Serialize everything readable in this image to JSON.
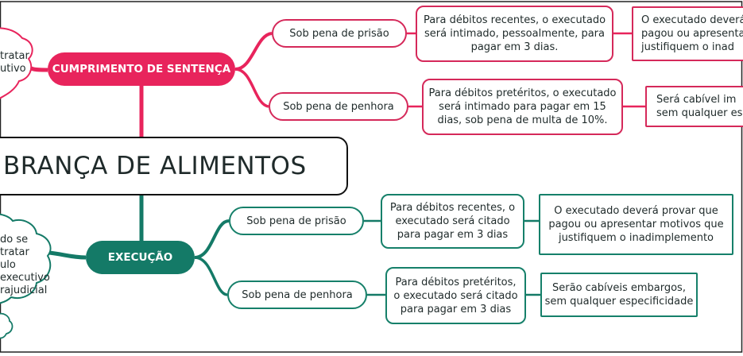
{
  "central": {
    "title": "BRANÇA DE ALIMENTOS"
  },
  "cumprimento": {
    "label": "CUMPRIMENTO DE SENTENÇA",
    "cloud_text": "tratar\nutivo",
    "prisao": {
      "label": "Sob pena de prisão",
      "detail": "Para débitos recentes, o executado\nserá intimado, pessoalmente, para\npagar em 3 dias.",
      "outcome": "O executado deverá\npagou ou apresentar\njustifiquem o inad"
    },
    "penhora": {
      "label": "Sob pena de penhora",
      "detail": "Para débitos pretéritos, o executado\nserá intimado para pagar em 15\ndias, sob pena de multa de 10%.",
      "outcome": "Será cabível im\nsem qualquer es"
    }
  },
  "execucao": {
    "label": "EXECUÇÃO",
    "cloud_text": "do se tratar\nulo executivo\nrajudicial",
    "prisao": {
      "label": "Sob pena de prisão",
      "detail": "Para débitos recentes, o\nexecutado será citado\npara pagar em 3 dias",
      "outcome": "O executado deverá provar que\npagou ou apresentar motivos que\njustifiquem o inadimplemento"
    },
    "penhora": {
      "label": "Sob pena de penhora",
      "detail": "Para débitos pretéritos,\no executado será citado\npara pagar em 3 dias",
      "outcome": "Serão cabíveis embargos,\nsem qualquer especificidade"
    }
  },
  "colors": {
    "red": "#e8245c",
    "red_border": "#d5295a",
    "green": "#147a67",
    "green_border": "#16806a"
  }
}
